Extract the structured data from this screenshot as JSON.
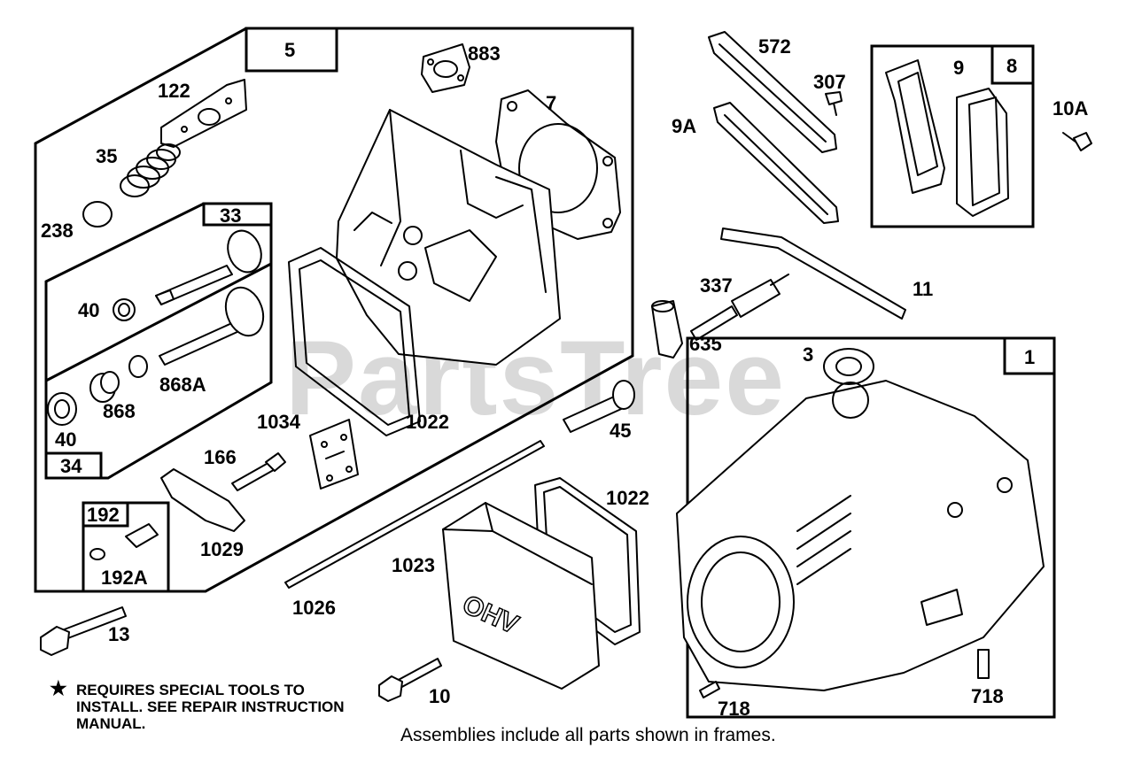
{
  "watermark": "PartsTree",
  "frame_labels": {
    "f5": "5",
    "f33": "33",
    "f34": "34",
    "f192": "192",
    "f8": "8",
    "f1": "1"
  },
  "part_labels": {
    "p883": "883",
    "p7": "7",
    "p122": "122",
    "p35": "35",
    "p238": "238",
    "p40a": "40",
    "p40b": "40",
    "p868a": "868A",
    "p868": "868",
    "p1034": "1034",
    "p1022a": "1022",
    "p166": "166",
    "p1029": "1029",
    "p192a": "192A",
    "p13": "13",
    "p572": "572",
    "p307": "307",
    "p9a": "9A",
    "p9": "9",
    "p10a": "10A",
    "p337": "337",
    "p11": "11",
    "p635": "635",
    "p45": "45",
    "p3": "3",
    "p1022b": "1022",
    "p1023": "1023",
    "p1026": "1026",
    "p10": "10",
    "p718a": "718",
    "p718b": "718"
  },
  "notes": {
    "special_tools": "REQUIRES SPECIAL TOOLS TO INSTALL. SEE REPAIR INSTRUCTION MANUAL.",
    "assemblies": "Assemblies include all parts shown in frames."
  }
}
